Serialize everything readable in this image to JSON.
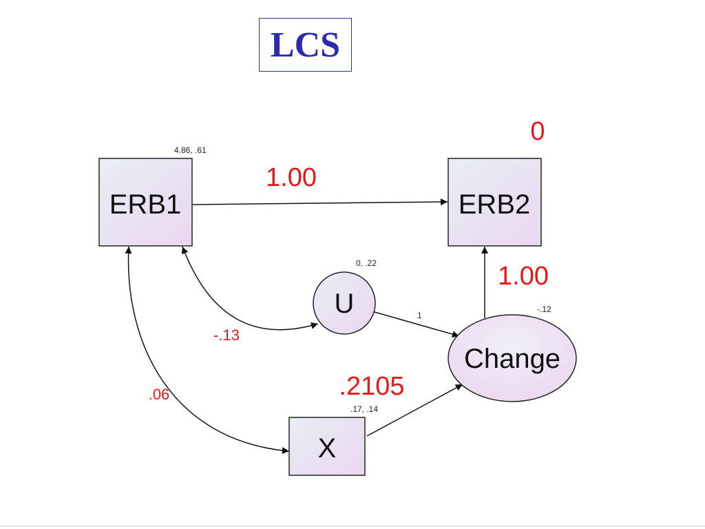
{
  "title": "LCS",
  "colors": {
    "title": "#2b2bb0",
    "estimate": "#e41818",
    "node_fill_light": "#e8eef4",
    "node_fill_pink": "#ead6f0",
    "stroke": "#222222"
  },
  "nodes": {
    "erb1": {
      "label": "ERB1",
      "shape": "rectangle",
      "annotation": "4.86, .61"
    },
    "erb2": {
      "label": "ERB2",
      "shape": "rectangle",
      "annotation": "0"
    },
    "u": {
      "label": "U",
      "shape": "circle",
      "annotation": "0, .22"
    },
    "change": {
      "label": "Change",
      "shape": "ellipse",
      "annotation": "-.12"
    },
    "x": {
      "label": "X",
      "shape": "rectangle",
      "annotation": ".17, .14"
    }
  },
  "paths": {
    "erb1_to_erb2": "1.00",
    "change_to_erb2": "1.00",
    "u_to_change": "1",
    "x_to_change": ".2105",
    "erb1_with_u": "-.13",
    "erb1_with_x": ".06"
  }
}
